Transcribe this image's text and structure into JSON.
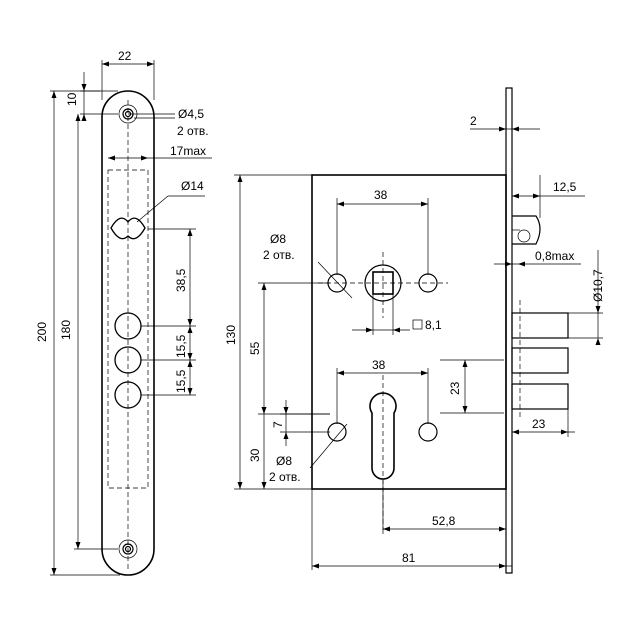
{
  "faceplate": {
    "width": "22",
    "top_offset": "10",
    "screw_hole": "Ø4,5",
    "screw_hole_count": "2 отв.",
    "window_max": "17max",
    "spindle_dia": "Ø14",
    "height_total": "200",
    "height_inner": "180",
    "dist_spindle": "38,5",
    "dist_1": "15,5",
    "dist_2": "15,5"
  },
  "body": {
    "plate_thickness": "2",
    "latch_proj": "12,5",
    "top_holes_spacing": "38",
    "top_hole_dia": "Ø8",
    "top_hole_count": "2 отв.",
    "gap": "0,8max",
    "bolt_dia": "Ø10,7",
    "square": "8,1",
    "height": "130",
    "dist_55": "55",
    "bottom_holes_spacing": "38",
    "bolt_spacing": "23",
    "dist_7": "7",
    "bolt_proj": "23",
    "dist_30": "30",
    "bottom_hole_dia": "Ø8",
    "bottom_hole_count": "2 отв.",
    "backset": "52,8",
    "depth": "81"
  }
}
